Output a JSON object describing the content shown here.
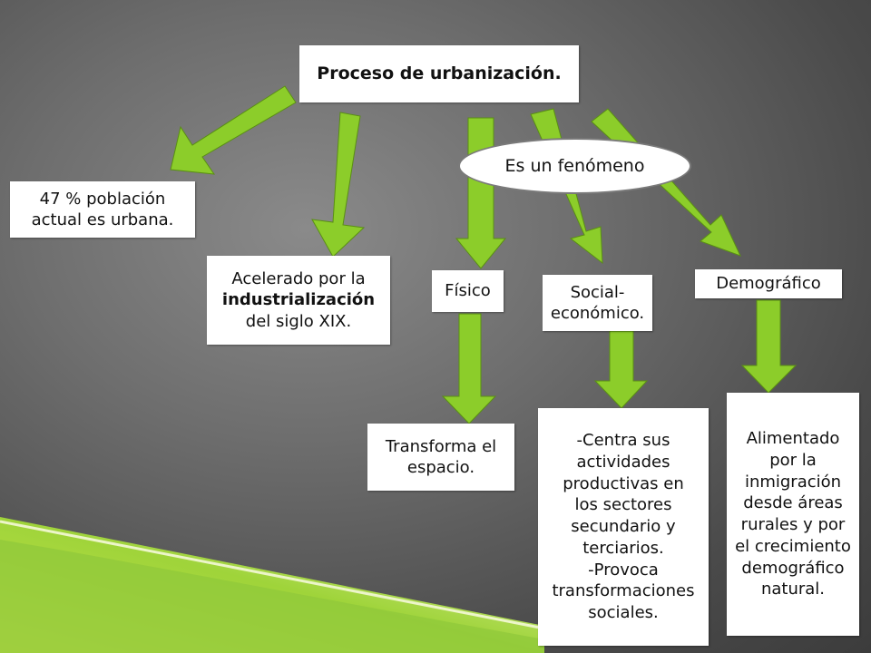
{
  "title": "Proceso de urbanización.",
  "ellipse_label": "Es un fenómeno",
  "facts": {
    "poblacion": "47 % población actual es urbana.",
    "acelerado_pre": "Acelerado por la",
    "acelerado_bold": "industrialización",
    "acelerado_post": "del siglo XIX."
  },
  "categories": {
    "fisico": "Físico",
    "social": "Social-económico.",
    "demografico": "Demográfico"
  },
  "details": {
    "fisico": "Transforma el espacio.",
    "social_1": "-Centra sus actividades productivas en los sectores secundario y terciarios.",
    "social_2": "-Provoca transformaciones sociales.",
    "demografico": "Alimentado por  la inmigración desde áreas rurales y por el crecimiento demográfico natural."
  },
  "colors": {
    "arrow": "#8ccd2a",
    "background": "#5a5a5a",
    "accent_green": "#a4d63a"
  }
}
